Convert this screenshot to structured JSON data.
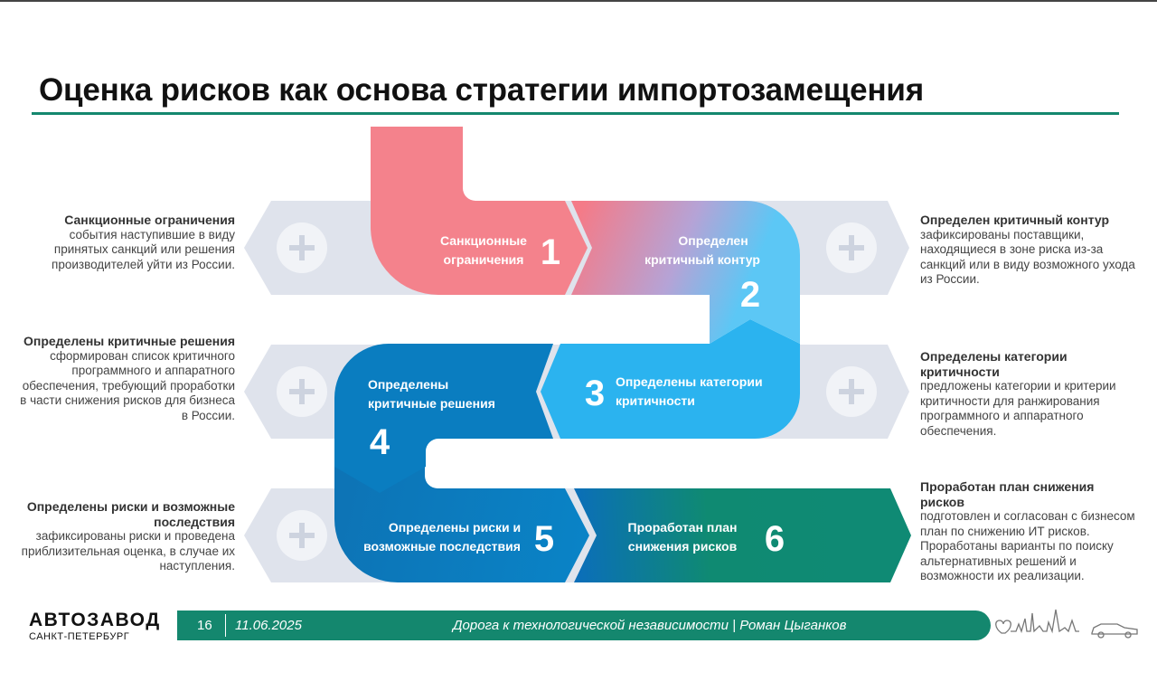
{
  "title": "Оценка рисков как основа стратегии импортозамещения",
  "steps": [
    {
      "number": "1",
      "label_l1": "Санкционные",
      "label_l2": "ограничения"
    },
    {
      "number": "2",
      "label_l1": "Определен",
      "label_l2": "критичный контур"
    },
    {
      "number": "3",
      "label_l1": "Определены категории",
      "label_l2": "критичности"
    },
    {
      "number": "4",
      "label_l1": "Определены",
      "label_l2": "критичные решения"
    },
    {
      "number": "5",
      "label_l1": "Определены риски и",
      "label_l2": "возможные последствия"
    },
    {
      "number": "6",
      "label_l1": "Проработан план",
      "label_l2": "снижения рисков"
    }
  ],
  "descriptions": {
    "left": [
      {
        "heading": "Санкционные ограничения",
        "text": "события наступившие в виду принятых санкций или решения производителей уйти из России."
      },
      {
        "heading": "Определены критичные решения",
        "text": "сформирован список критичного программного и аппаратного обеспечения, требующий проработки в части снижения рисков для бизнеса в России."
      },
      {
        "heading": "Определены риски и возможные последствия",
        "text": "зафиксированы риски и проведена приблизительная оценка, в случае их наступления."
      }
    ],
    "right": [
      {
        "heading": "Определен критичный контур",
        "text": "зафиксированы поставщики, находящиеся в зоне риска из-за санкций или в виду возможного ухода из России."
      },
      {
        "heading": "Определены категории критичности",
        "text": "предложены категории и критерии критичности для ранжирования программного и аппаратного обеспечения."
      },
      {
        "heading": "Проработан план снижения рисков",
        "text": "подготовлен и согласован с бизнесом план по снижению ИТ рисков. Проработаны варианты по поиску альтернативных решений и возможности их реализации."
      }
    ]
  },
  "footer": {
    "logo": "АВТОЗАВОД",
    "logo_sub": "САНКТ-ПЕТЕРБУРГ",
    "page": "16",
    "date": "11.06.2025",
    "caption": "Дорога к технологической независимости | Роман Цыганков"
  },
  "colors": {
    "accent": "#14876e",
    "step1": "#f4828c",
    "step2": "#5bc8f5",
    "step3": "#29b2ee",
    "step4": "#0a7cc0",
    "step5": "#0b78bd",
    "step6": "#0f8a74",
    "chevron_bg": "#dfe3ec"
  },
  "icons": [
    "plus-circle-icon",
    "heart-icon",
    "skyline-icon",
    "car-icon"
  ]
}
